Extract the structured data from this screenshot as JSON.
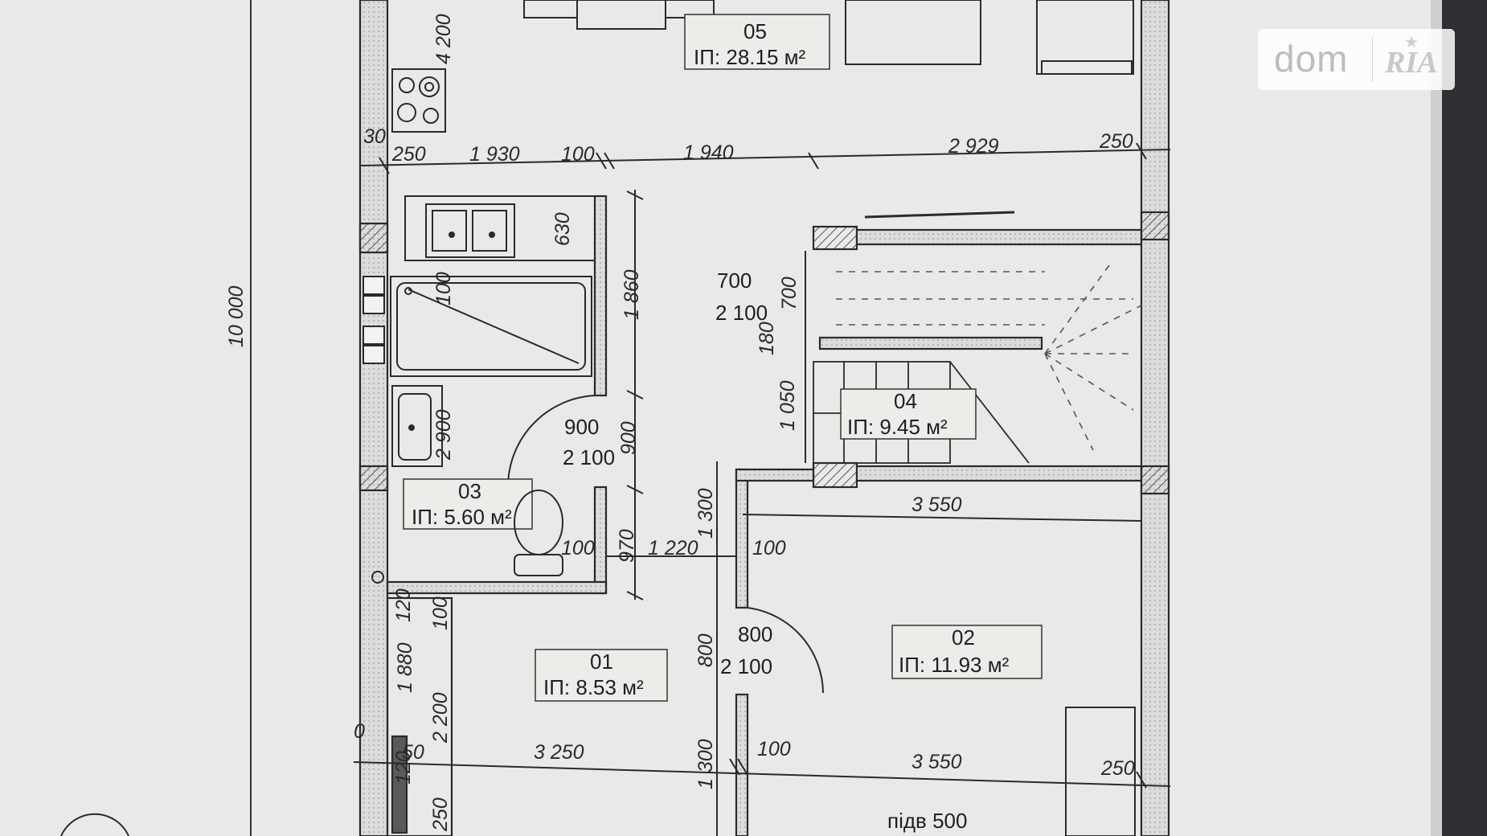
{
  "rooms": {
    "r05": {
      "num": "05",
      "area": "ІП: 28.15 м²"
    },
    "r04": {
      "num": "04",
      "area": "ІП: 9.45 м²"
    },
    "r03": {
      "num": "03",
      "area": "ІП: 5.60 м²"
    },
    "r01": {
      "num": "01",
      "area": "ІП: 8.53 м²"
    },
    "r02": {
      "num": "02",
      "area": "ІП: 11.93 м²"
    }
  },
  "dims": {
    "top_250_left": "250",
    "top_1930": "1 930",
    "top_100": "100",
    "top_1940": "1 940",
    "top_2929": "2 929",
    "top_250_right": "250",
    "v_4200": "4 200",
    "v_30": "30",
    "v_10000": "10 000",
    "v_630": "630",
    "v_1860": "1 860",
    "v_100_shower": "100",
    "v_2900": "2 900",
    "v_900_door": "900",
    "v_970": "970",
    "v_1300_upper": "1 300",
    "v_800": "800",
    "v_1300_lower": "1 300",
    "v_1050": "1 050",
    "v_180": "180",
    "v_700": "700",
    "v_120": "120",
    "v_100_left": "100",
    "v_1880": "1 880",
    "v_2200": "2 200",
    "v_250_bottom": "250",
    "v_0": "0",
    "v_120b": "120",
    "h_100_wc": "100",
    "h_1220": "1 220",
    "h_100_c": "100",
    "h_3550_upper": "3 550",
    "h_3250": "3 250",
    "h_100_bottom": "100",
    "h_3550_lower": "3 550",
    "h_250_bottom": "250",
    "h_50": "50"
  },
  "openings": {
    "stair_w": "700",
    "stair_h": "2 100",
    "bath_door_w": "900",
    "bath_door_h": "2 100",
    "entry_door_w": "800",
    "entry_door_h": "2 100",
    "sill": "підв 500"
  },
  "watermark": {
    "dom": "dom",
    "ria": "RIA"
  },
  "colors": {
    "paper": "#e9e9e7",
    "line": "#2a2a2a",
    "hatch": "#555555",
    "watermark": "#bdbdbd"
  }
}
